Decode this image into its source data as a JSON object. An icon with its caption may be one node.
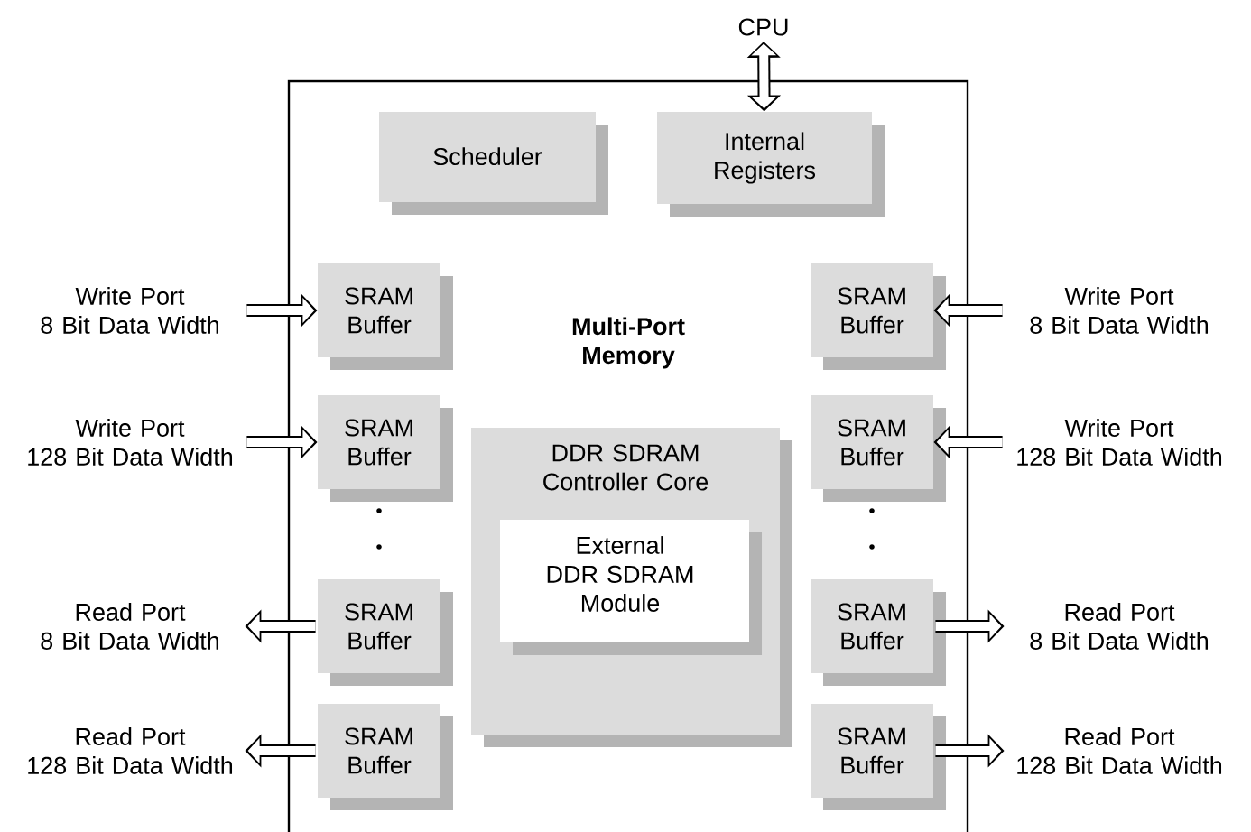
{
  "diagram": {
    "nodes": [
      {
        "text": [
          "Multi-Port Memory"
        ]
      },
      {
        "text": [
          "Scheduler"
        ],
        "in": 0
      },
      {
        "text": [
          "Internal Registers"
        ],
        "in": 0
      },
      {
        "text": [
          "CPU"
        ]
      },
      {
        "text": [
          "Write Port 8 Bit Data Width"
        ]
      },
      {
        "text": [
          "SRAM Buffer"
        ],
        "in": 0
      },
      {
        "text": [
          "SRAM Buffer"
        ],
        "in": 0
      },
      {
        "text": [
          "Write Port 8 Bit Data Width"
        ]
      },
      {
        "text": [
          "Write Port 128 Bit Data Width"
        ]
      },
      {
        "text": [
          "SRAM Buffer"
        ],
        "in": 0
      },
      {
        "text": [
          "SRAM Buffer"
        ],
        "in": 0
      },
      {
        "text": [
          "Write Port 128 Bit Data Width"
        ]
      },
      {
        "text": [
          "DDR SDRAM Controller Core"
        ],
        "in": 0
      },
      {
        "text": [
          "External DDR SDRAM Module"
        ],
        "in": 12
      },
      {
        "text": [
          "Read Port 8 Bit Data Width"
        ]
      },
      {
        "text": [
          "SRAM Buffer"
        ],
        "in": 0
      },
      {
        "text": [
          "SRAM Buffer"
        ],
        "in": 0
      },
      {
        "text": [
          "Read Port 8 Bit Data Width"
        ]
      },
      {
        "text": [
          "Read Port 128 Bit Data Width"
        ]
      },
      {
        "text": [
          "SRAM Buffer"
        ],
        "in": 0
      },
      {
        "text": [
          "SRAM Buffer"
        ],
        "in": 0
      },
      {
        "text": [
          "Read Port 128 Bit Data Width"
        ]
      }
    ],
    "edges": [
      {
        "from": 3,
        "to": 2,
        "arrow": "both"
      },
      {
        "from": 4,
        "to": 5,
        "arrow": "to"
      },
      {
        "from": 7,
        "to": 6,
        "arrow": "to"
      },
      {
        "from": 8,
        "to": 9,
        "arrow": "to"
      },
      {
        "from": 11,
        "to": 10,
        "arrow": "to"
      },
      {
        "from": 15,
        "to": 14,
        "arrow": "to"
      },
      {
        "from": 16,
        "to": 17,
        "arrow": "to"
      },
      {
        "from": 19,
        "to": 18,
        "arrow": "to"
      },
      {
        "from": 20,
        "to": 21,
        "arrow": "to"
      }
    ]
  }
}
